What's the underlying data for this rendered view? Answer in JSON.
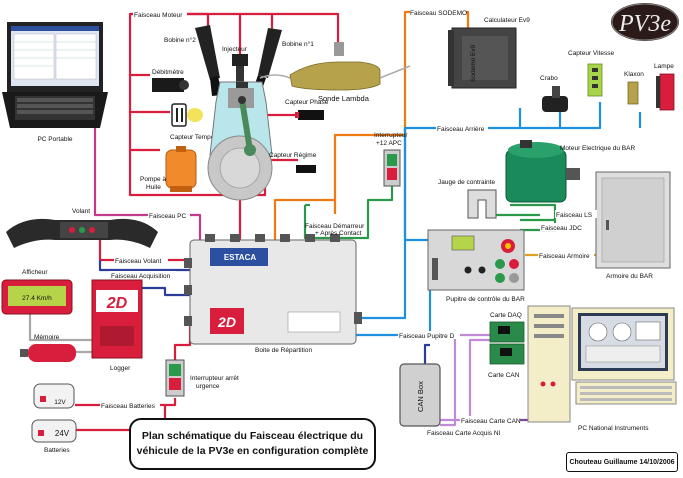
{
  "title": {
    "line1": "Plan schématique du Faisceau électrique du",
    "line2": "véhicule de la PV3e en configuration complète"
  },
  "author": "Chouteau Guillaume 14/10/2006",
  "logo_text": "PV3e",
  "components": {
    "pc_portable": "PC Portable",
    "bobine2": "Bobine n°2",
    "injecteur": "Injecteur",
    "bobine1": "Bobine n°1",
    "debitmetre": "Débitmètre",
    "sonde_lambda": "Sonde Lambda",
    "capteur_tempe": "Capteur Tempé",
    "capteur_phase": "Capteur Phase",
    "capteur_regime": "Capteur Régime",
    "pompe_huile": "Pompe à Huile",
    "calculateur": "Calculateur Ev9",
    "sodemo_ev9": "Sodemo Ev9",
    "capteur_vitesse": "Capteur Vitesse",
    "crabo": "Crabo",
    "klaxon": "Klaxon",
    "lampe": "Lampe",
    "interrupteur_apc": "Interrupteur +12 APC",
    "moteur_bar": "Moteur Electrique du BAR",
    "jauge": "Jauge de contrainte",
    "armoire_bar": "Armoire du BAR",
    "volant": "Volant",
    "afficheur": "Afficheur",
    "afficheur_value": "27.4  Km/h",
    "logger": "Logger",
    "logger_logo": "2D",
    "memoire": "Mémoire",
    "estaca": "ESTACA",
    "boite_repartition": "Boite de Répartition",
    "pupitre": "Pupitre de contrôle du BAR",
    "carte_daq": "Carte DAQ",
    "carte_can": "Carte CAN",
    "pc_ni": "PC National Instruments",
    "can_box": "CAN Box",
    "interrupteur_urgence": "Interrupteur arrêt urgence",
    "batteries": "Batteries",
    "bat_12v": "12V",
    "bat_24v": "24V"
  },
  "harnesses": {
    "moteur": "Faisceau Moteur",
    "sodemo": "Faisceau SODEMO",
    "arriere": "Faisceau Arrière",
    "pc": "Faisceau PC",
    "demarreur": "Faisceau Démarreur",
    "apres_contact": "+ Après Contact",
    "ls": "Faisceau LS",
    "jdc": "Faisceau JDC",
    "armoire": "Faisceau Armoire",
    "volant": "Faisceau Volant",
    "acquisition": "Faisceau Acquisition",
    "pupitre_d": "Faisceau Pupitre D",
    "batteries": "Faisceau Batteries",
    "carte_can": "Faisceau Carte CAN",
    "carte_acquis": "Faisceau Carte Acquis NI"
  },
  "colors": {
    "red": "#d81e3c",
    "orange": "#f07a12",
    "blue": "#1f8fe0",
    "green": "#2a9a4a",
    "purple": "#7b4b9a",
    "gray": "#a8a8a8",
    "dark_blue": "#2d3b9a",
    "violet": "#c08ad8"
  }
}
